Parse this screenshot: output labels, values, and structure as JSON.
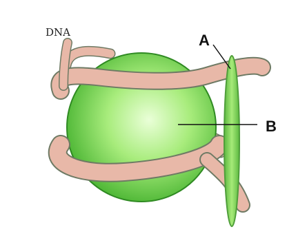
{
  "labels": {
    "dna": "DNA",
    "a": "A",
    "b": "B"
  },
  "colors": {
    "histone_light": "#eaffd8",
    "histone_mid": "#8fe060",
    "histone_dark": "#3fae2a",
    "dna_fill": "#e8b8a8",
    "dna_stroke": "#6e7a64",
    "linker_fill": "#8fdc5c",
    "linker_stroke": "#4f9e3a"
  }
}
